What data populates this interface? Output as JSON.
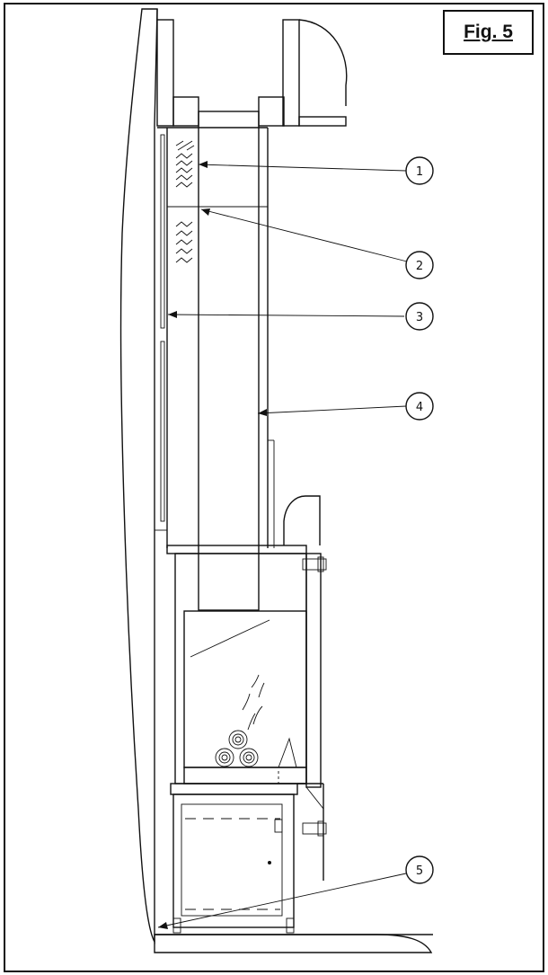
{
  "figure": {
    "label": "Fig. 5"
  },
  "callouts": [
    {
      "id": "1",
      "label": "1"
    },
    {
      "id": "2",
      "label": "2"
    },
    {
      "id": "3",
      "label": "3"
    },
    {
      "id": "4",
      "label": "4"
    },
    {
      "id": "5",
      "label": "5"
    }
  ],
  "colors": {
    "line": "#111111",
    "background": "#ffffff"
  }
}
